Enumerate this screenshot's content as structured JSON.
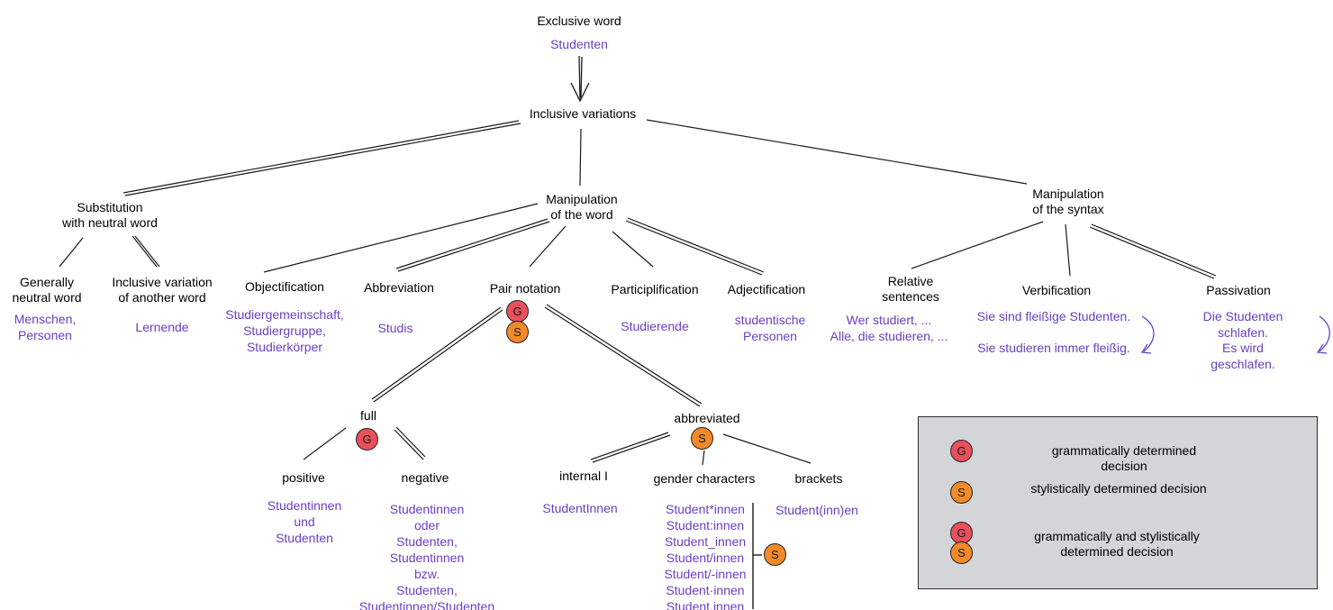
{
  "colors": {
    "example_text": "#6a3fc4",
    "grammatical_badge": "#e8515c",
    "stylistic_badge": "#f28a2a",
    "line": "#1a1a1a",
    "legend_bg": "#d3d5d8"
  },
  "nodes": {
    "exclusive_word": "Exclusive word",
    "inclusive_variations": "Inclusive variations",
    "substitution": "Substitution\nwith neutral word",
    "manipulation_word": "Manipulation\nof the word",
    "manipulation_syntax": "Manipulation\nof the syntax",
    "generally_neutral": "Generally\nneutral word",
    "inclusive_variation_other": "Inclusive variation\nof another word",
    "objectification": "Objectification",
    "abbreviation": "Abbreviation",
    "pair_notation": "Pair notation",
    "participlification": "Participlification",
    "adjectification": "Adjectification",
    "relative_sentences": "Relative\nsentences",
    "verbification": "Verbification",
    "passivation": "Passivation",
    "full": "full",
    "abbreviated": "abbreviated",
    "positive": "positive",
    "negative": "negative",
    "internal_i": "internal I",
    "gender_characters": "gender characters",
    "brackets": "brackets"
  },
  "examples": {
    "studenten": "Studenten",
    "generally_neutral": "Menschen,\nPersonen",
    "inclusive_variation_other": "Lernende",
    "objectification": "Studiergemeinschaft,\nStudiergruppe,\nStudierkörper",
    "abbreviation": "Studis",
    "participlification": "Studierende",
    "adjectification": "studentische\nPersonen",
    "relative_sentences": "Wer studiert, ...\nAlle, die studieren, ...",
    "verbification_1": "Sie sind fleißige Studenten.",
    "verbification_2": "Sie studieren immer fleißig.",
    "passivation_1": "Die Studenten schlafen.",
    "passivation_2": "Es wird geschlafen.",
    "positive": "Studentinnen\nund\nStudenten",
    "negative": "Studentinnen\noder\nStudenten,\nStudentinnen\nbzw.\nStudenten,\nStudentinnen/Studenten",
    "internal_i": "StudentInnen",
    "gender_characters": "Student*innen\nStudent:innen\nStudent_innen\nStudent/innen\nStudent/-innen\nStudent·innen\nStudent.innen",
    "brackets": "Student(inn)en"
  },
  "badges": {
    "g": "G",
    "s": "S"
  },
  "legend": {
    "grammatical": "grammatically determined decision",
    "stylistic": "stylistically determined decision",
    "both": "grammatically and stylistically\ndetermined decision"
  }
}
